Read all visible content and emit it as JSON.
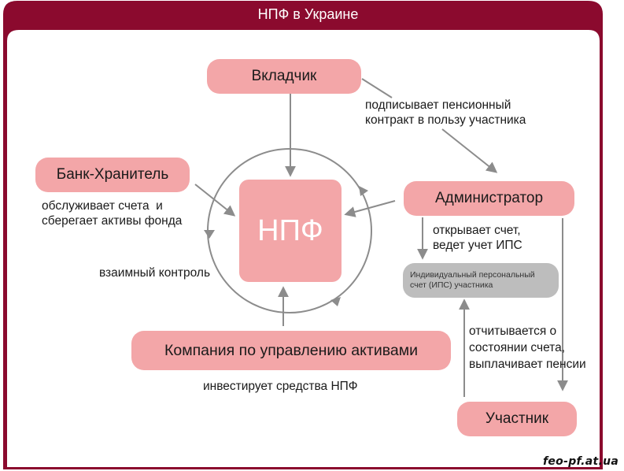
{
  "title": "НПФ в Украине",
  "nodes": {
    "depositor": "Вкладчик",
    "custodian_bank": "Банк-Хранитель",
    "administrator": "Администратор",
    "npf": "НПФ",
    "asset_manager": "Компания по управлению активами",
    "participant": "Участник",
    "ips_line1": "Индивидуальный персональный",
    "ips_line2": "счет (ИПС) участника"
  },
  "notes": {
    "depositor_line1": "подписывает пенсионный",
    "depositor_line2": "контракт в пользу участника",
    "custodian_line1": "обслуживает счета  и",
    "custodian_line2": "сберегает активы фонда",
    "mutual_control": "взаимный контроль",
    "admin_line1": "открывает счет,",
    "admin_line2": "ведет учет ИПС",
    "report_line1": "отчитывается о",
    "report_line2": "состоянии счета,",
    "report_line3": "выплачивает пенсии",
    "invests": "инвестирует средства НПФ"
  },
  "watermark": "feo-pf.at.ua",
  "colors": {
    "header": "#8b0a2e",
    "node": "#f3a6a8",
    "npf": "#f3a6a8",
    "ips": "#bdbdbd",
    "arrow": "#8c8c8c"
  }
}
